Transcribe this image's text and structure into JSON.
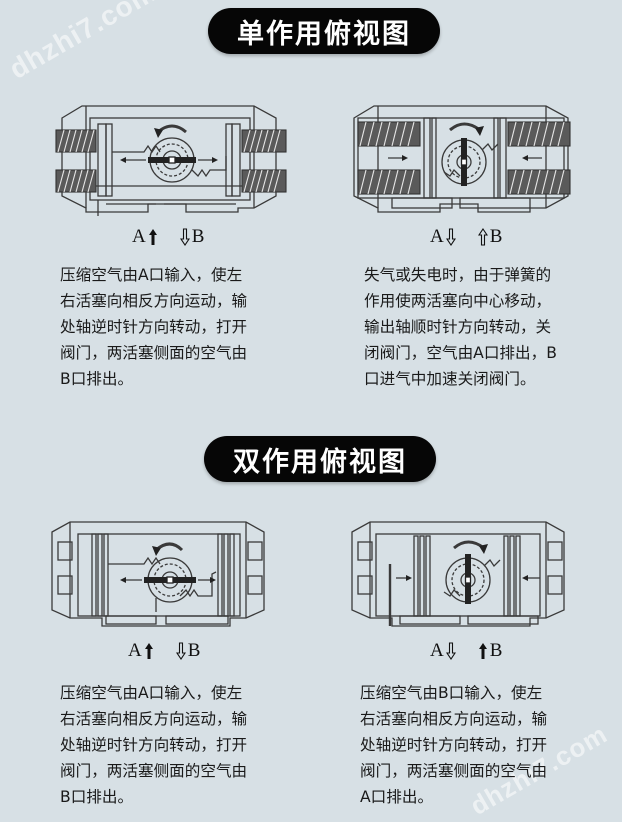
{
  "watermark": {
    "text": "dhzhi7.com",
    "color": "#ffffff"
  },
  "sections": [
    {
      "title": "单作用俯视图",
      "panels": [
        {
          "variant": "single-open",
          "ports": {
            "a_label": "A",
            "a_arrow": "up-solid",
            "b_label": "B",
            "b_arrow": "down-hollow"
          },
          "description": "压缩空气由A口输入，使左\n右活塞向相反方向运动，输\n处轴逆时针方向转动，打开\n阀门，两活塞侧面的空气由\nB口排出。"
        },
        {
          "variant": "single-close",
          "ports": {
            "a_label": "A",
            "a_arrow": "down-hollow",
            "b_label": "B",
            "b_arrow": "up-hollow"
          },
          "description": "失气或失电时，由于弹簧的\n作用使两活塞向中心移动，\n输出轴顺时针方向转动，关\n闭阀门，空气由A口排出，B\n口进气中加速关闭阀门。"
        }
      ]
    },
    {
      "title": "双作用俯视图",
      "panels": [
        {
          "variant": "double-open",
          "ports": {
            "a_label": "A",
            "a_arrow": "up-solid",
            "b_label": "B",
            "b_arrow": "down-hollow"
          },
          "description": "压缩空气由A口输入，使左\n右活塞向相反方向运动，输\n处轴逆时针方向转动，打开\n阀门，两活塞侧面的空气由\nB口排出。"
        },
        {
          "variant": "double-close",
          "ports": {
            "a_label": "A",
            "a_arrow": "down-hollow",
            "b_label": "B",
            "b_arrow": "up-solid"
          },
          "description": "压缩空气由B口输入，使左\n右活塞向相反方向运动，输\n处轴逆时针方向转动，打开\n阀门，两活塞侧面的空气由\nA口排出。"
        }
      ]
    }
  ],
  "colors": {
    "background": "#d7e0e5",
    "pill": "#060606",
    "pill_text": "#ffffff",
    "line": "#3a3a3a",
    "text": "#1a1a1a"
  }
}
